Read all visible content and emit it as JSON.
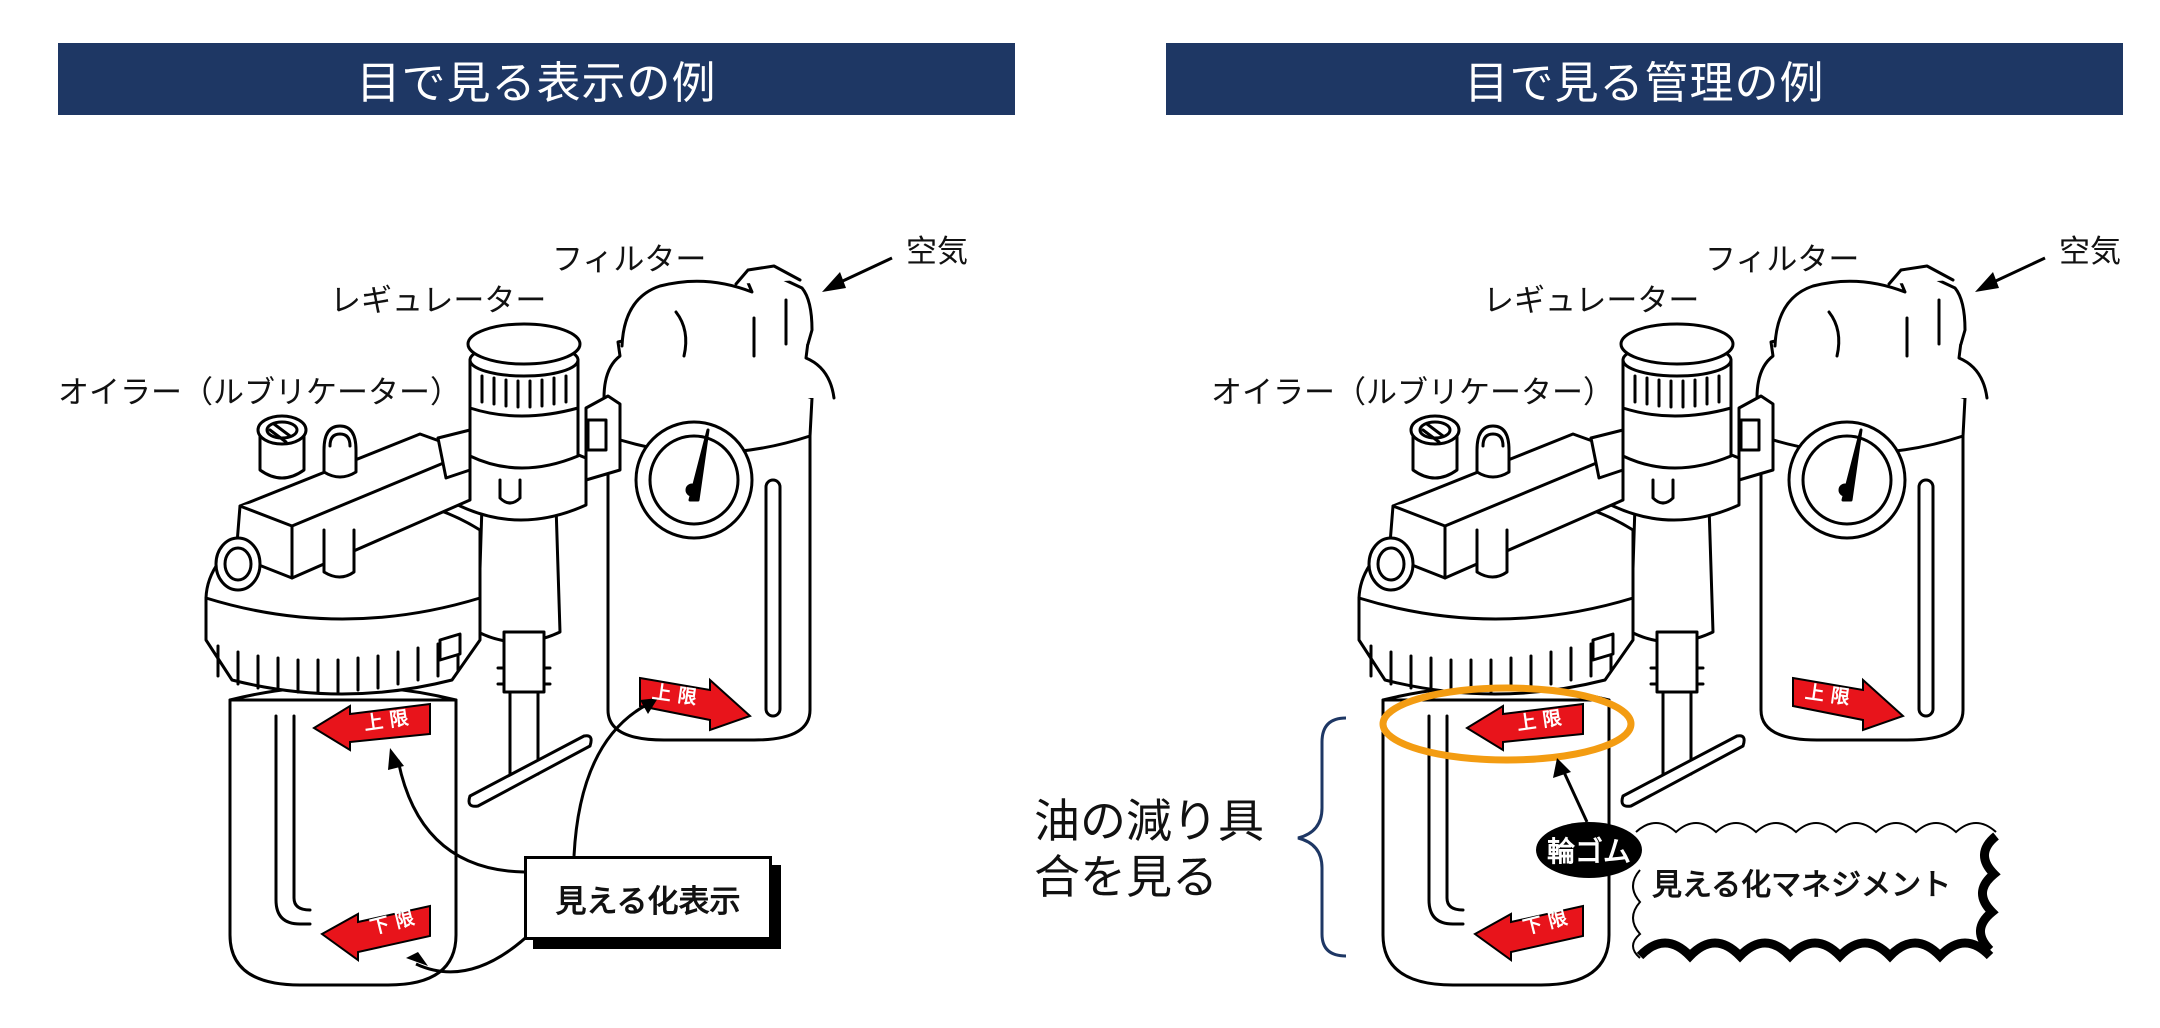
{
  "left": {
    "title": "目で見る表示の例",
    "labels": {
      "air": "空気",
      "filter": "フィルター",
      "regulator": "レギュレーター",
      "oiler": "オイラー（ルブリケーター）",
      "box": "見える化表示"
    },
    "marks": {
      "upper": "上 限",
      "lower": "下 限"
    }
  },
  "right": {
    "title": "目で見る管理の例",
    "labels": {
      "air": "空気",
      "filter": "フィルター",
      "regulator": "レギュレーター",
      "oiler": "オイラー（ルブリケーター）",
      "note_line1": "油の減り具",
      "note_line2": "合を見る",
      "rubber_band": "輪ゴム",
      "cloud": "見える化マネジメント"
    },
    "marks": {
      "upper": "上 限",
      "lower": "下 限"
    }
  },
  "colors": {
    "banner": "#1e3764",
    "mark_red": "#e8141b",
    "rubber_band": "#f39c12",
    "brace": "#1e3764"
  }
}
